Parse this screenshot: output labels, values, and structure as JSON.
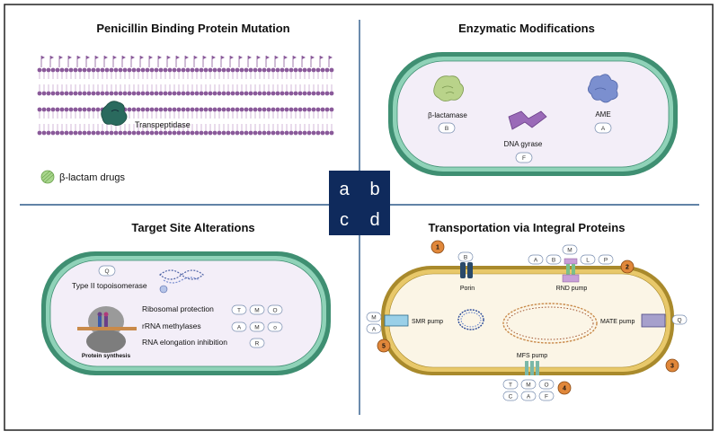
{
  "panels": {
    "a": {
      "title": "Penicillin Binding Protein Mutation",
      "transpeptidase": "Transpeptidase",
      "legend": "β-lactam drugs"
    },
    "b": {
      "title": "Enzymatic Modifications",
      "blactamase": "β-lactamase",
      "blactamase_tag": "B",
      "dna_gyrase": "DNA gyrase",
      "dna_gyrase_tag": "F",
      "ame": "AME",
      "ame_tag": "A"
    },
    "c": {
      "title": "Target Site Alterations",
      "topo": "Type II topoisomerase",
      "topo_tag": "Q",
      "protein_synthesis": "Protein synthesis",
      "rows": [
        {
          "label": "Ribosomal protection",
          "tags": [
            "T",
            "M",
            "O"
          ]
        },
        {
          "label": "rRNA methylases",
          "tags": [
            "A",
            "M",
            "o"
          ]
        },
        {
          "label": "RNA elongation inhibition",
          "tags": [
            "R"
          ]
        }
      ]
    },
    "d": {
      "title": "Transportation via Integral Proteins",
      "porin": "Porin",
      "porin_tag": "B",
      "rnd": "RND pump",
      "rnd_tags_top": [
        "M"
      ],
      "rnd_tags": [
        "A",
        "B",
        "L",
        "P"
      ],
      "smr": "SMR pump",
      "smr_tags": [
        "M",
        "A"
      ],
      "mate": "MATE pump",
      "mate_tag": "Q",
      "mfs": "MFS pump",
      "mfs_tags_row1": [
        "T",
        "M",
        "O"
      ],
      "mfs_tags_row2": [
        "C",
        "A",
        "F"
      ],
      "numbers": [
        "1",
        "2",
        "3",
        "4",
        "5"
      ]
    }
  },
  "center_badge": {
    "letters": [
      "a",
      "b",
      "c",
      "d"
    ]
  },
  "colors": {
    "badge": "#0f2a5c",
    "divider": "#2d5a8a",
    "cell_fill": "#f3eef8",
    "cell_outer": "#3f8f72",
    "cell_inner": "#8fd2b8",
    "membrane": "#8a5a9a",
    "transport_outer": "#a98a2c",
    "transport_inner": "#e8c86a",
    "cytoplasm": "#fbf5e6",
    "number_badge": "#e0873a"
  }
}
